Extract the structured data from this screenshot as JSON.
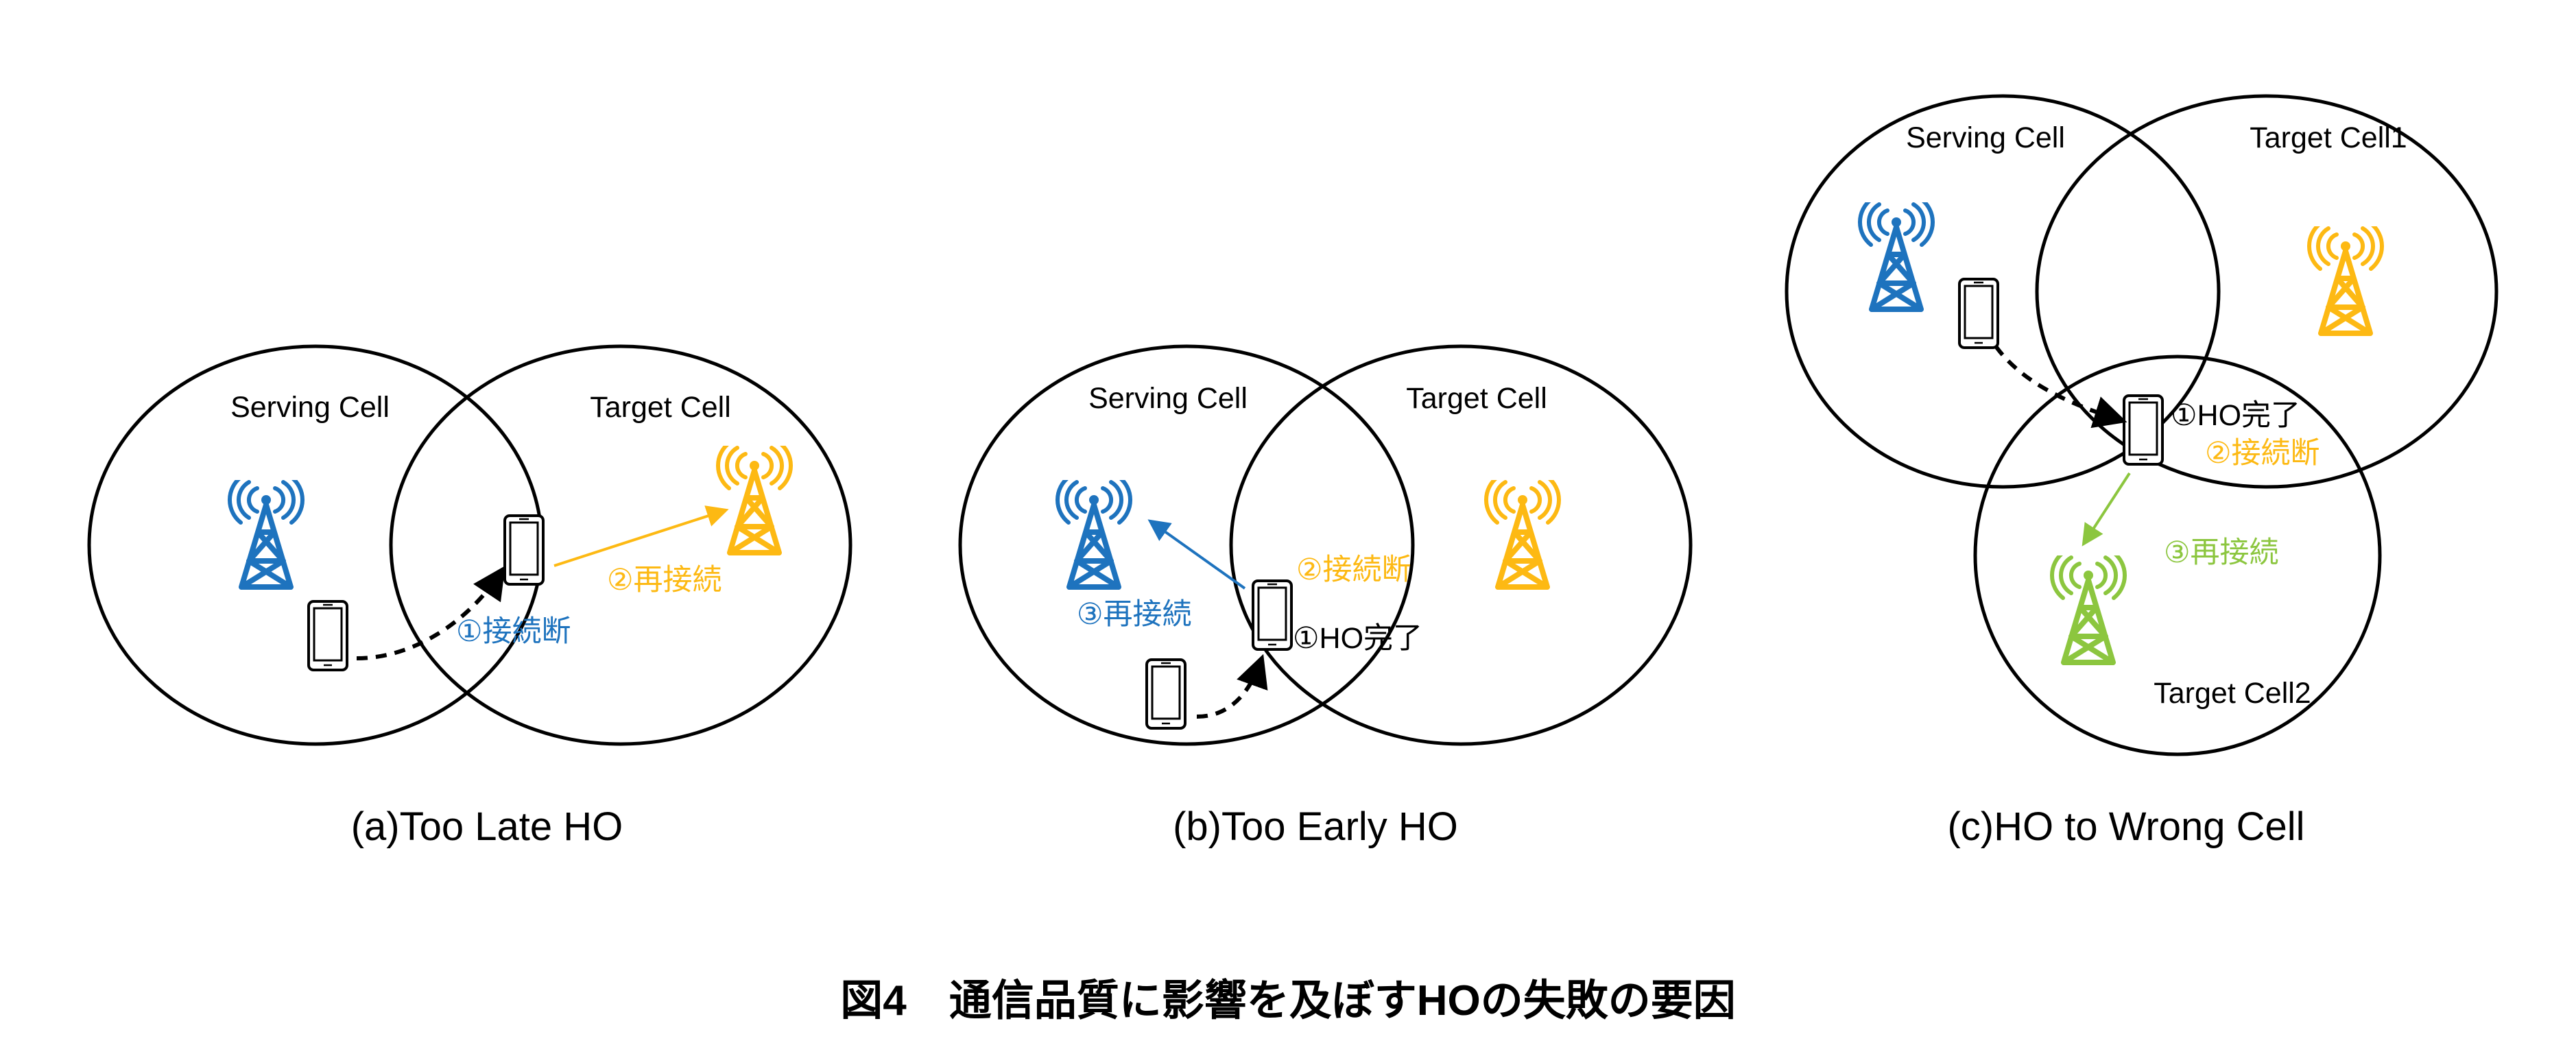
{
  "colors": {
    "serving": "#1e73be",
    "target": "#fdb913",
    "target2": "#8cc63f",
    "line": "#000000"
  },
  "icons": {
    "tower": "cell-tower-icon",
    "phone": "smartphone-icon"
  },
  "panel_a": {
    "serving_label": "Serving Cell",
    "target_label": "Target Cell",
    "step1": "①接続断",
    "step2": "②再接続",
    "caption": "(a)Too Late HO"
  },
  "panel_b": {
    "serving_label": "Serving Cell",
    "target_label": "Target Cell",
    "step1": "①HO完了",
    "step2": "②接続断",
    "step3": "③再接続",
    "caption": "(b)Too Early HO"
  },
  "panel_c": {
    "serving_label": "Serving Cell",
    "target1_label": "Target Cell1",
    "target2_label": "Target Cell2",
    "step1": "①HO完了",
    "step2": "②接続断",
    "step3": "③再接続",
    "caption": "(c)HO to Wrong Cell"
  },
  "figure_title": "図4　通信品質に影響を及ぼすHOの失敗の要因"
}
